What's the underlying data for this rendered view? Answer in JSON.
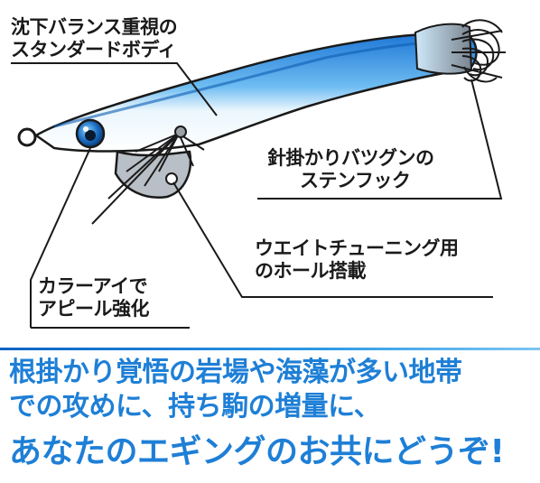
{
  "callouts": {
    "body": [
      "沈下バランス重視の",
      "スタンダードボディ"
    ],
    "hook": [
      "針掛かりバツグンの",
      "ステンフック"
    ],
    "hole": [
      "ウエイトチューニング用",
      "のホール搭載"
    ],
    "eye": [
      "カラーアイで",
      "アピール強化"
    ]
  },
  "footer": {
    "line1": "根掛かり覚悟の岩場や海藻が多い地帯",
    "line2": "での攻めに、持ち駒の増量に、",
    "line3": "あなたのエギングのお共にどうぞ!"
  },
  "colors": {
    "accent_blue": "#1e7fd6",
    "body_blue": "#2b8fe0",
    "text": "#1a1a1a"
  }
}
